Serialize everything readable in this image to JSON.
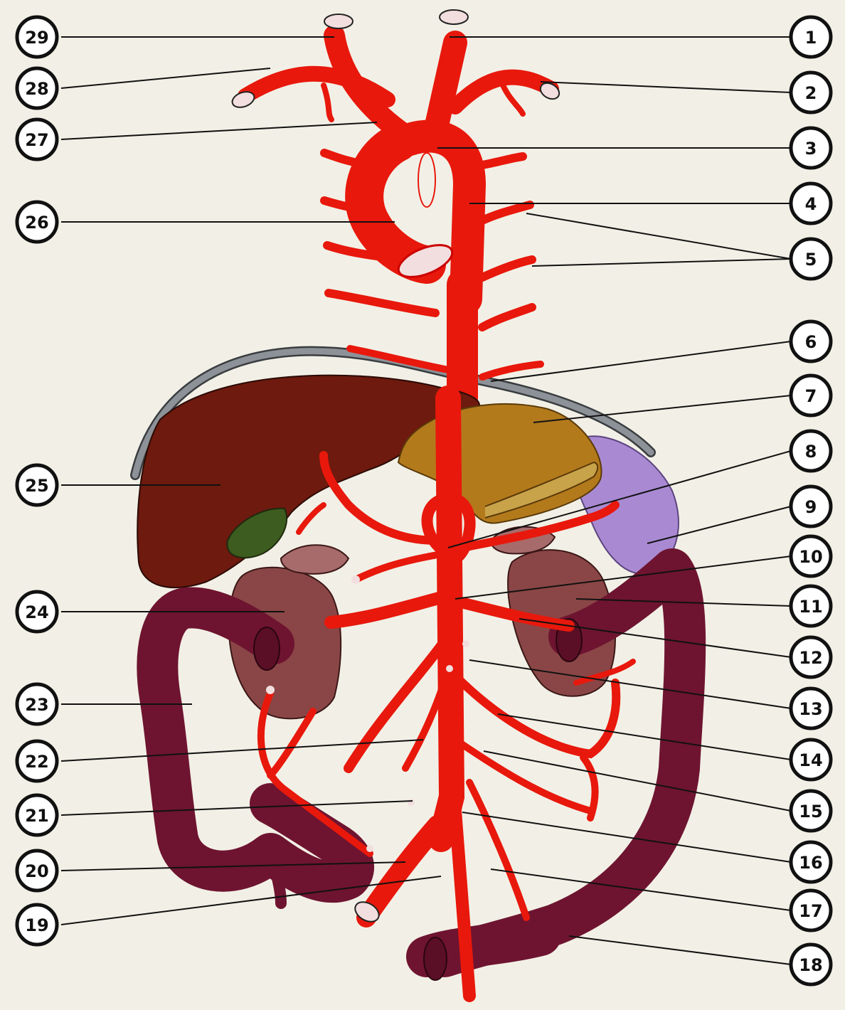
{
  "colors": {
    "background": "#f2f0e6",
    "artery": "#e8180c",
    "artery_cut": "#f2dede",
    "liver": "#6e1a0e",
    "gallbladder": "#3d5c1f",
    "stomach": "#b37a1c",
    "spleen": "#a98ad2",
    "kidney": "#8a4646",
    "adrenal": "#a76b6b",
    "colon": "#6e1430",
    "diaphragm": "#8d9298"
  },
  "callouts": {
    "left": [
      {
        "label": "29"
      },
      {
        "label": "28"
      },
      {
        "label": "27"
      },
      {
        "label": "26"
      },
      {
        "label": "25"
      },
      {
        "label": "24"
      },
      {
        "label": "23"
      },
      {
        "label": "22"
      },
      {
        "label": "21"
      },
      {
        "label": "20"
      },
      {
        "label": "19"
      }
    ],
    "right": [
      {
        "label": "1"
      },
      {
        "label": "2"
      },
      {
        "label": "3"
      },
      {
        "label": "4"
      },
      {
        "label": "5"
      },
      {
        "label": "6"
      },
      {
        "label": "7"
      },
      {
        "label": "8"
      },
      {
        "label": "9"
      },
      {
        "label": "10"
      },
      {
        "label": "11"
      },
      {
        "label": "12"
      },
      {
        "label": "13"
      },
      {
        "label": "14"
      },
      {
        "label": "15"
      },
      {
        "label": "16"
      },
      {
        "label": "17"
      },
      {
        "label": "18"
      }
    ]
  }
}
